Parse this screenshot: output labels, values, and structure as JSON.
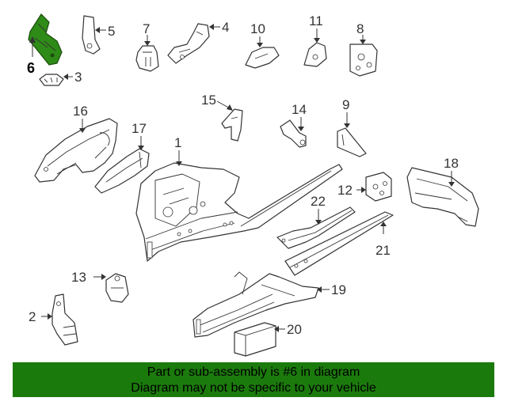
{
  "diagram": {
    "highlight_color": "#2e8b17",
    "highlighted_part": "6",
    "labels": {
      "p1": "1",
      "p2": "2",
      "p3": "3",
      "p4": "4",
      "p5": "5",
      "p6": "6",
      "p7": "7",
      "p8": "8",
      "p9": "9",
      "p10": "10",
      "p11": "11",
      "p12": "12",
      "p13": "13",
      "p14": "14",
      "p15": "15",
      "p16": "16",
      "p17": "17",
      "p18": "18",
      "p19": "19",
      "p20": "20",
      "p21": "21",
      "p22": "22"
    }
  },
  "banner": {
    "line1": "Part or sub-assembly is #6 in diagram",
    "line2": "Diagram may not be specific to your vehicle",
    "background": "#1b7a0c"
  }
}
